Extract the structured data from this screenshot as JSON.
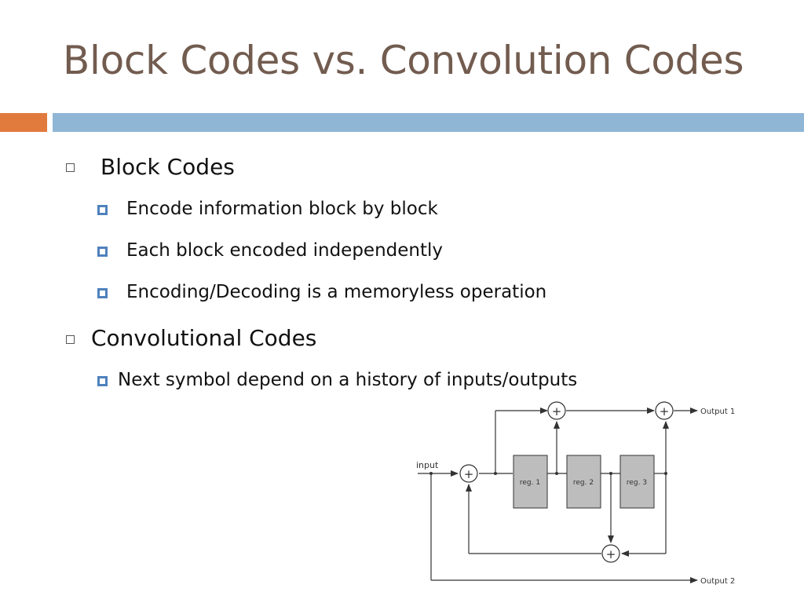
{
  "title": "Block Codes vs. Convolution Codes",
  "bullets": {
    "block_codes": {
      "label": "Block Codes",
      "items": [
        "Encode information block by block",
        "Each block encoded independently",
        "Encoding/Decoding is a memoryless operation"
      ]
    },
    "conv_codes": {
      "label": "Convolutional Codes",
      "items": [
        "Next symbol depend on a history of inputs/outputs"
      ]
    }
  },
  "diagram": {
    "input_label": "input",
    "registers": [
      "reg. 1",
      "reg. 2",
      "reg. 3"
    ],
    "adder_symbol": "+",
    "output1_label": "Output 1",
    "output2_label": "Output 2"
  },
  "colors": {
    "title": "#725c4f",
    "accent_orange": "#e07b3d",
    "accent_blue": "#90b6d6",
    "bullet_blue": "#4f81bd",
    "register_fill": "#bdbdbd"
  }
}
